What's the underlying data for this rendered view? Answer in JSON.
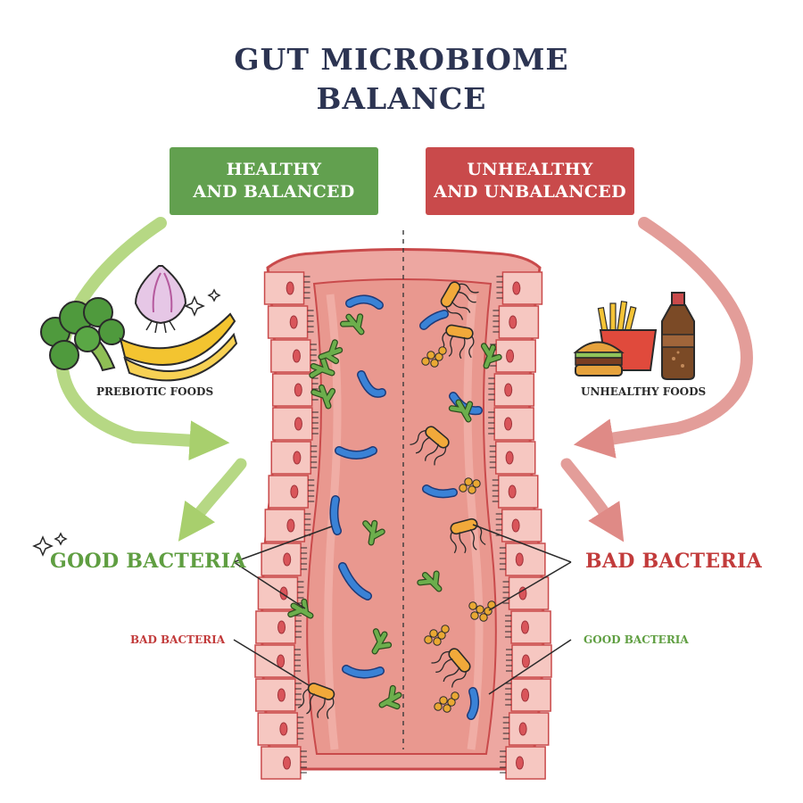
{
  "title": {
    "line1": "GUT MICROBIOME",
    "line2": "BALANCE"
  },
  "healthy_badge": {
    "line1": "HEALTHY",
    "line2": "AND BALANCED",
    "color": "#62a04f"
  },
  "unhealthy_badge": {
    "line1": "UNHEALTHY",
    "line2": "AND UNBALANCED",
    "color": "#c94a4b"
  },
  "labels": {
    "prebiotic_foods": "PREBIOTIC FOODS",
    "unhealthy_foods": "UNHEALTHY FOODS",
    "good_bacteria_main": "GOOD BACTERIA",
    "bad_bacteria_main": "BAD BACTERIA",
    "bad_bacteria_minor": "BAD BACTERIA",
    "good_bacteria_minor": "GOOD BACTERIA"
  },
  "colors": {
    "good": "#5f9e41",
    "bad": "#c23b3b",
    "title": "#2c3452",
    "lumen": "#e9988f",
    "wall": "#eda7a1"
  },
  "icons": [
    "broccoli-icon",
    "onion-icon",
    "banana-icon",
    "sparkle-icon",
    "burger-icon",
    "fries-icon",
    "soda-bottle-icon"
  ]
}
